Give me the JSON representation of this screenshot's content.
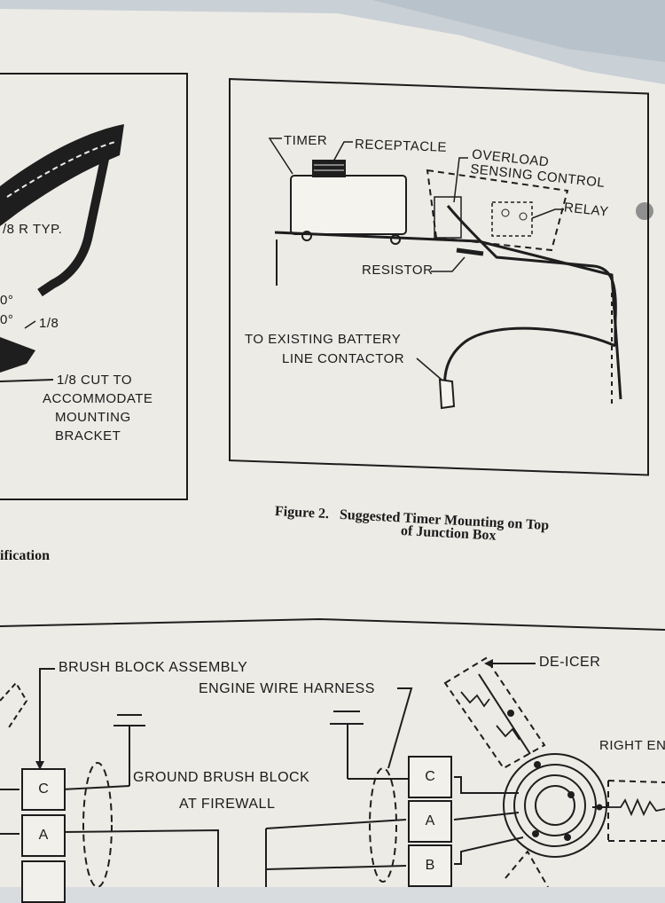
{
  "left_figure": {
    "radius_label": "/8 R TYP.",
    "angle_1": "0°",
    "angle_2": "0°",
    "small_dim": "1/8",
    "cut_note_line1": "1/8 CUT TO",
    "cut_note_line2": "ACCOMMODATE",
    "cut_note_line3": "MOUNTING",
    "cut_note_line4": "BRACKET",
    "caption_fragment": "ification"
  },
  "figure2": {
    "timer": "TIMER",
    "receptacle": "RECEPTACLE",
    "overload_line1": "OVERLOAD",
    "overload_line2": "SENSING CONTROL",
    "relay": "RELAY",
    "resistor": "RESISTOR",
    "battery_line1": "TO EXISTING BATTERY",
    "battery_line2": "LINE CONTACTOR",
    "caption_line1": "Figure 2.   Suggested Timer Mounting on Top",
    "caption_line2": "of Junction Box"
  },
  "bottom_diagram": {
    "brush_block": "BRUSH BLOCK ASSEMBLY",
    "engine_harness": "ENGINE WIRE HARNESS",
    "de_icer": "DE-ICER",
    "ground_line1": "GROUND BRUSH BLOCK",
    "ground_line2": "AT FIREWALL",
    "right_engine": "RIGHT ENG",
    "left_block": [
      "C",
      "A"
    ],
    "right_block": [
      "C",
      "A",
      "B"
    ]
  }
}
